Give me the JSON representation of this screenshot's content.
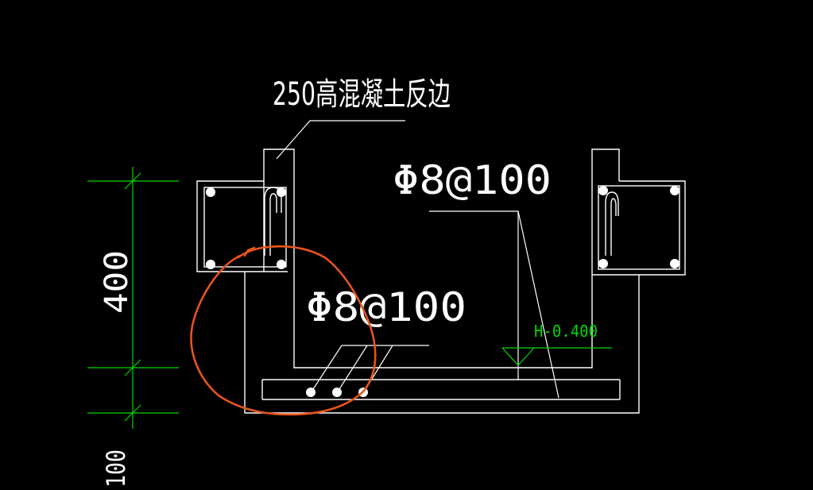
{
  "labels": {
    "edge_note": "250高混凝土反边",
    "rebar_upper": "Φ8@100",
    "rebar_lower": "Φ8@100",
    "elevation": "H-0.400"
  },
  "dimensions": {
    "height_upper": "400",
    "height_lower": "100"
  },
  "colors": {
    "background": "#000000",
    "linework": "#ffffff",
    "dimension": "#00d800",
    "markup": "#e8541b"
  }
}
